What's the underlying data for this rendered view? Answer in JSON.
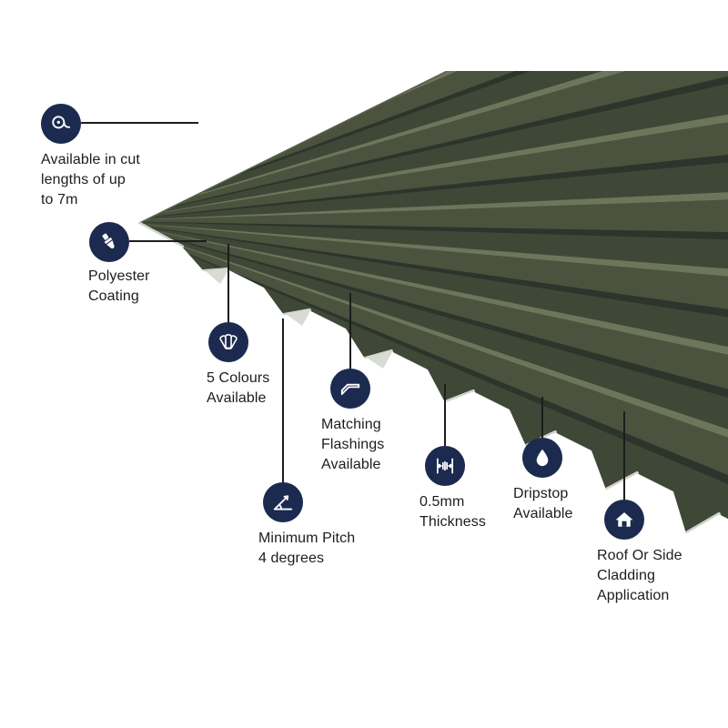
{
  "features": [
    {
      "icon": "tape-measure-icon",
      "label": "Available in cut\nlengths of up\nto 7m"
    },
    {
      "icon": "paintbrush-icon",
      "label": "Polyester\nCoating"
    },
    {
      "icon": "colour-swatch-icon",
      "label": "5 Colours\nAvailable"
    },
    {
      "icon": "flashing-icon",
      "label": "Matching\nFlashings\nAvailable"
    },
    {
      "icon": "pitch-angle-icon",
      "label": "Minimum Pitch\n4 degrees"
    },
    {
      "icon": "thickness-icon",
      "label": "0.5mm\nThickness"
    },
    {
      "icon": "water-drop-icon",
      "label": "Dripstop\nAvailable"
    },
    {
      "icon": "house-icon",
      "label": "Roof Or Side\nCladding\nApplication"
    }
  ],
  "colors": {
    "background": "#ffffff",
    "badge": "#1b2a4e",
    "icon": "#ffffff",
    "text": "#1d1d1b",
    "leader_line": "#1d1d1b",
    "sheet_valley": "#3f4737",
    "sheet_rib_top": "#4b533f",
    "sheet_highlight": "#6d755b",
    "sheet_shadow": "#2d342b",
    "sheet_cut_edge": "#d3d6cf"
  }
}
